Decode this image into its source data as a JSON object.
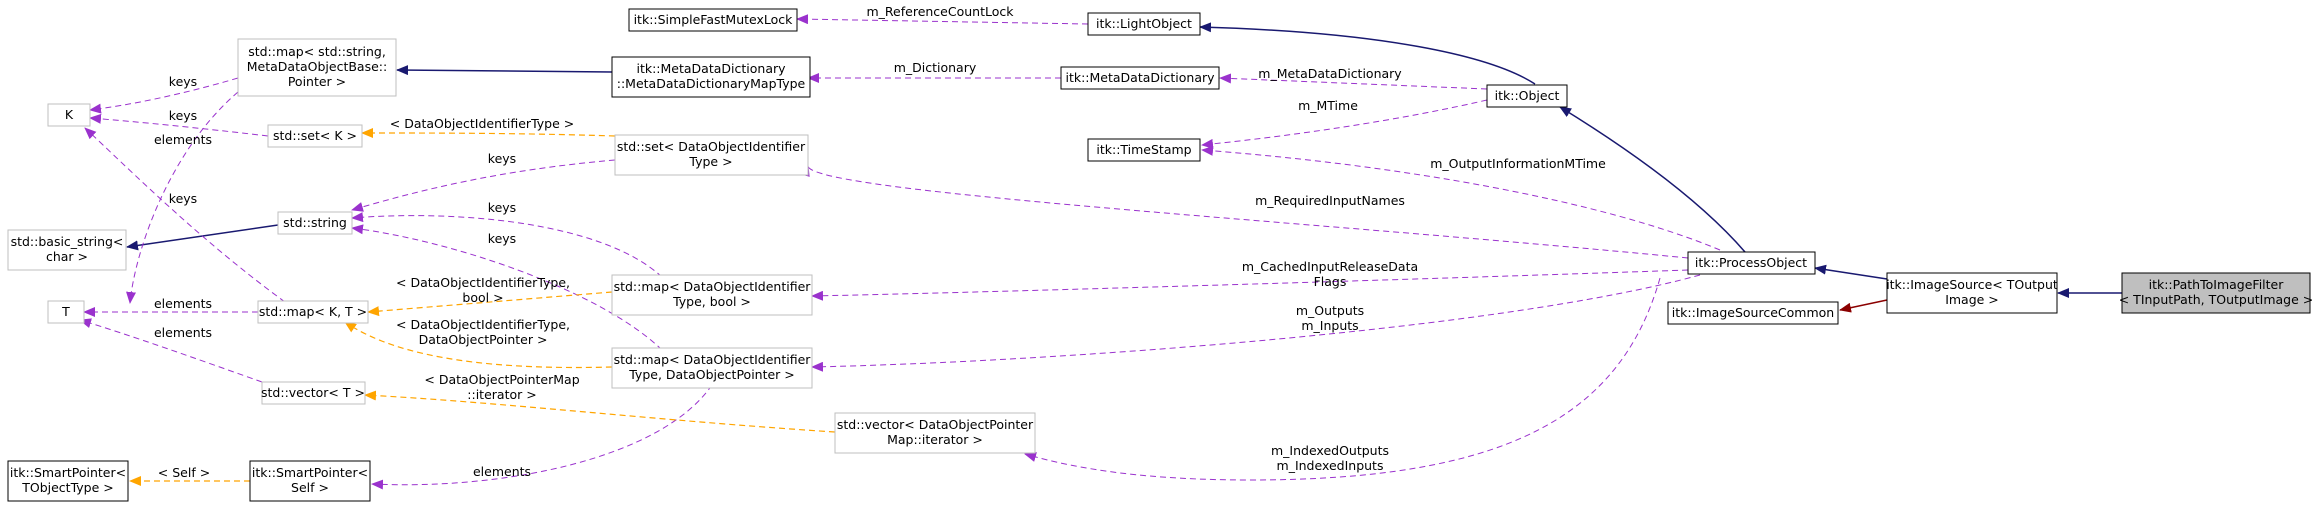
{
  "diagram": {
    "colors": {
      "inheritance": "#191970",
      "protected_inheritance": "#8b0000",
      "usage": "#9a32cd",
      "template_instance": "#ffa500",
      "highlight_fill": "#bfbfbf",
      "gray_border": "#bfbfbf"
    },
    "nodes": [
      {
        "id": "simplefastmutexlock",
        "lines": [
          "itk::SimpleFastMutexLock"
        ]
      },
      {
        "id": "lightobject",
        "lines": [
          "itk::LightObject"
        ]
      },
      {
        "id": "stdmap-metadata",
        "lines": [
          "std::map< std::string,",
          "MetaDataObjectBase::",
          "Pointer >"
        ]
      },
      {
        "id": "metadatadictionarymaptype",
        "lines": [
          "itk::MetaDataDictionary",
          "::MetaDataDictionaryMapType"
        ]
      },
      {
        "id": "metadatadictionary",
        "lines": [
          "itk::MetaDataDictionary"
        ]
      },
      {
        "id": "object",
        "lines": [
          "itk::Object"
        ]
      },
      {
        "id": "k",
        "lines": [
          "K"
        ]
      },
      {
        "id": "stdset-k",
        "lines": [
          "std::set< K >"
        ]
      },
      {
        "id": "stdset-doi",
        "lines": [
          "std::set< DataObjectIdentifier",
          "Type >"
        ]
      },
      {
        "id": "timestamp",
        "lines": [
          "itk::TimeStamp"
        ]
      },
      {
        "id": "stdstring",
        "lines": [
          "std::string"
        ]
      },
      {
        "id": "basicstring",
        "lines": [
          "std::basic_string<",
          "char >"
        ]
      },
      {
        "id": "processobject",
        "lines": [
          "itk::ProcessObject"
        ]
      },
      {
        "id": "imagesource",
        "lines": [
          "itk::ImageSource< TOutput",
          "Image >"
        ]
      },
      {
        "id": "pathtoimagefilter",
        "lines": [
          "itk::PathToImageFilter",
          "< TInputPath, TOutputImage >"
        ]
      },
      {
        "id": "t",
        "lines": [
          "T"
        ]
      },
      {
        "id": "stdmap-kt",
        "lines": [
          "std::map< K, T >"
        ]
      },
      {
        "id": "stdmap-doi-bool",
        "lines": [
          "std::map< DataObjectIdentifier",
          "Type, bool >"
        ]
      },
      {
        "id": "imagesourcecommon",
        "lines": [
          "itk::ImageSourceCommon"
        ]
      },
      {
        "id": "stdmap-doi-dop",
        "lines": [
          "std::map< DataObjectIdentifier",
          "Type, DataObjectPointer >"
        ]
      },
      {
        "id": "stdvector-t",
        "lines": [
          "std::vector< T >"
        ]
      },
      {
        "id": "stdvector-dop",
        "lines": [
          "std::vector< DataObjectPointer",
          "Map::iterator >"
        ]
      },
      {
        "id": "smartpointer-tobj",
        "lines": [
          "itk::SmartPointer<",
          "TObjectType >"
        ]
      },
      {
        "id": "smartpointer-self",
        "lines": [
          "itk::SmartPointer<",
          "Self >"
        ]
      }
    ],
    "edge_labels": [
      {
        "id": "m-referencecountlock",
        "lines": [
          "m_ReferenceCountLock"
        ]
      },
      {
        "id": "m-dictionary",
        "lines": [
          "m_Dictionary"
        ]
      },
      {
        "id": "m-metadatadictionary",
        "lines": [
          "m_MetaDataDictionary"
        ]
      },
      {
        "id": "m-mtime",
        "lines": [
          "m_MTime"
        ]
      },
      {
        "id": "keys-map",
        "lines": [
          "keys"
        ]
      },
      {
        "id": "keys-set",
        "lines": [
          "keys"
        ]
      },
      {
        "id": "elements-map",
        "lines": [
          "elements"
        ]
      },
      {
        "id": "doi-type",
        "lines": [
          "< DataObjectIdentifierType >"
        ]
      },
      {
        "id": "keys-string",
        "lines": [
          "keys"
        ]
      },
      {
        "id": "m-outputinformationmtime",
        "lines": [
          "m_OutputInformationMTime"
        ]
      },
      {
        "id": "keys-kt",
        "lines": [
          "keys"
        ]
      },
      {
        "id": "m-requiredinputnames",
        "lines": [
          "m_RequiredInputNames"
        ]
      },
      {
        "id": "keys-bool",
        "lines": [
          "keys"
        ]
      },
      {
        "id": "keys-dop",
        "lines": [
          "keys"
        ]
      },
      {
        "id": "m-cachedinputreleasedataflags",
        "lines": [
          "m_CachedInputReleaseData",
          "Flags"
        ]
      },
      {
        "id": "doi-bool",
        "lines": [
          "< DataObjectIdentifierType,",
          "bool >"
        ]
      },
      {
        "id": "elements-t",
        "lines": [
          "elements"
        ]
      },
      {
        "id": "m-outputs-inputs",
        "lines": [
          "m_Outputs",
          "m_Inputs"
        ]
      },
      {
        "id": "doi-dop",
        "lines": [
          "< DataObjectIdentifierType,",
          "DataObjectPointer >"
        ]
      },
      {
        "id": "elements-vector",
        "lines": [
          "elements"
        ]
      },
      {
        "id": "dopmap-iterator",
        "lines": [
          "< DataObjectPointerMap",
          "::iterator >"
        ]
      },
      {
        "id": "self",
        "lines": [
          "< Self >"
        ]
      },
      {
        "id": "elements-smartpointer",
        "lines": [
          "elements"
        ]
      },
      {
        "id": "m-indexed",
        "lines": [
          "m_IndexedOutputs",
          "m_IndexedInputs"
        ]
      }
    ]
  }
}
